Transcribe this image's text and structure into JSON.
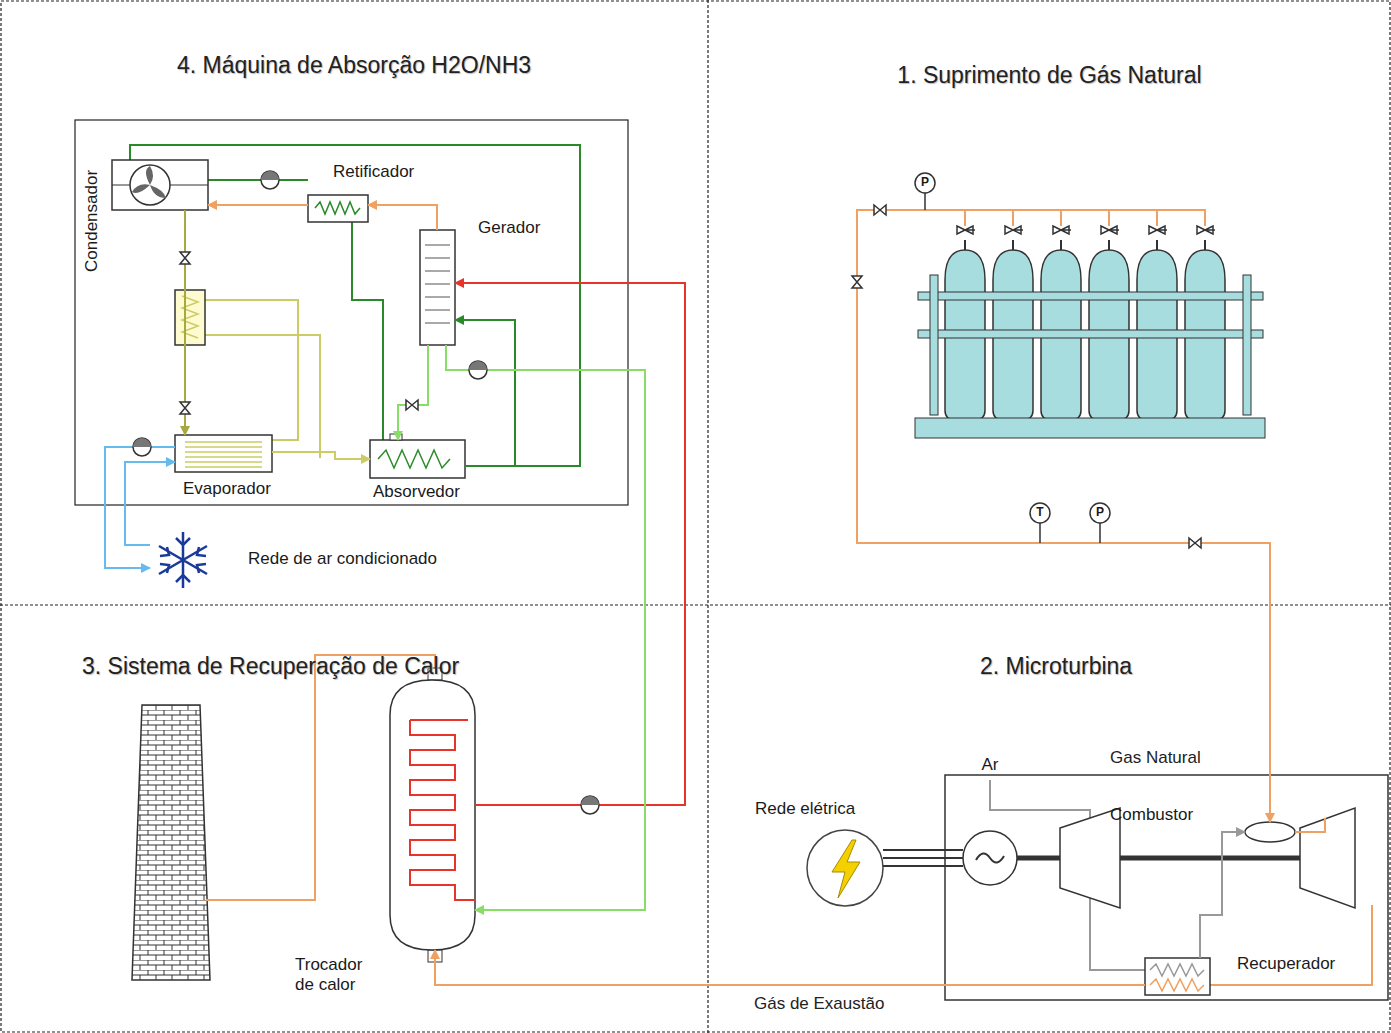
{
  "diagram": {
    "nodes": [
      {
        "text": [
          "4. Máquina de Absorção H2O/NH3"
        ]
      },
      {
        "text": [
          "1. Suprimento de Gás Natural"
        ]
      },
      {
        "text": [
          "3. Sistema de Recuperação de Calor"
        ]
      },
      {
        "text": [
          "2. Microturbina"
        ]
      },
      {
        "text": [
          "Condensador"
        ],
        "in": 0
      },
      {
        "text": [
          "Retificador"
        ],
        "in": 0
      },
      {
        "text": [
          "Gerador"
        ],
        "in": 0
      },
      {
        "text": [
          "Evaporador"
        ],
        "in": 0
      },
      {
        "text": [
          "Absorvedor"
        ],
        "in": 0
      },
      {
        "text": [
          "Rede de ar condicionado"
        ],
        "in": 0
      },
      {
        "text": [
          "Trocador de calor"
        ],
        "in": 2
      },
      {
        "text": [
          "Rede elétrica"
        ],
        "in": 3
      },
      {
        "text": [
          "Combustor"
        ],
        "in": 3
      },
      {
        "text": [
          "Recuperador"
        ],
        "in": 3
      }
    ],
    "edges": [
      {
        "from": 6,
        "to": 5,
        "arrow": "to"
      },
      {
        "from": 5,
        "to": 4,
        "arrow": "to"
      },
      {
        "from": 4,
        "to": 7,
        "arrow": "to"
      },
      {
        "from": 7,
        "to": 8,
        "arrow": "to"
      },
      {
        "from": 8,
        "to": 6,
        "arrow": "to"
      },
      {
        "from": 6,
        "to": 8,
        "arrow": "to"
      },
      {
        "from": 7,
        "to": 9,
        "arrow": "to"
      },
      {
        "from": 9,
        "to": 7,
        "arrow": "to"
      },
      {
        "from": 10,
        "to": 6,
        "arrow": "to"
      },
      {
        "from": 6,
        "to": 10,
        "arrow": "to"
      },
      {
        "from": 13,
        "to": 10,
        "label": "Gás de Exaustão",
        "arrow": "to"
      },
      {
        "from": 1,
        "to": 12,
        "label": "Gas Natural",
        "arrow": "to"
      },
      {
        "from": 13,
        "to": 12,
        "arrow": "to"
      }
    ],
    "labels": [
      "P",
      "T",
      "P",
      "Ar"
    ]
  }
}
